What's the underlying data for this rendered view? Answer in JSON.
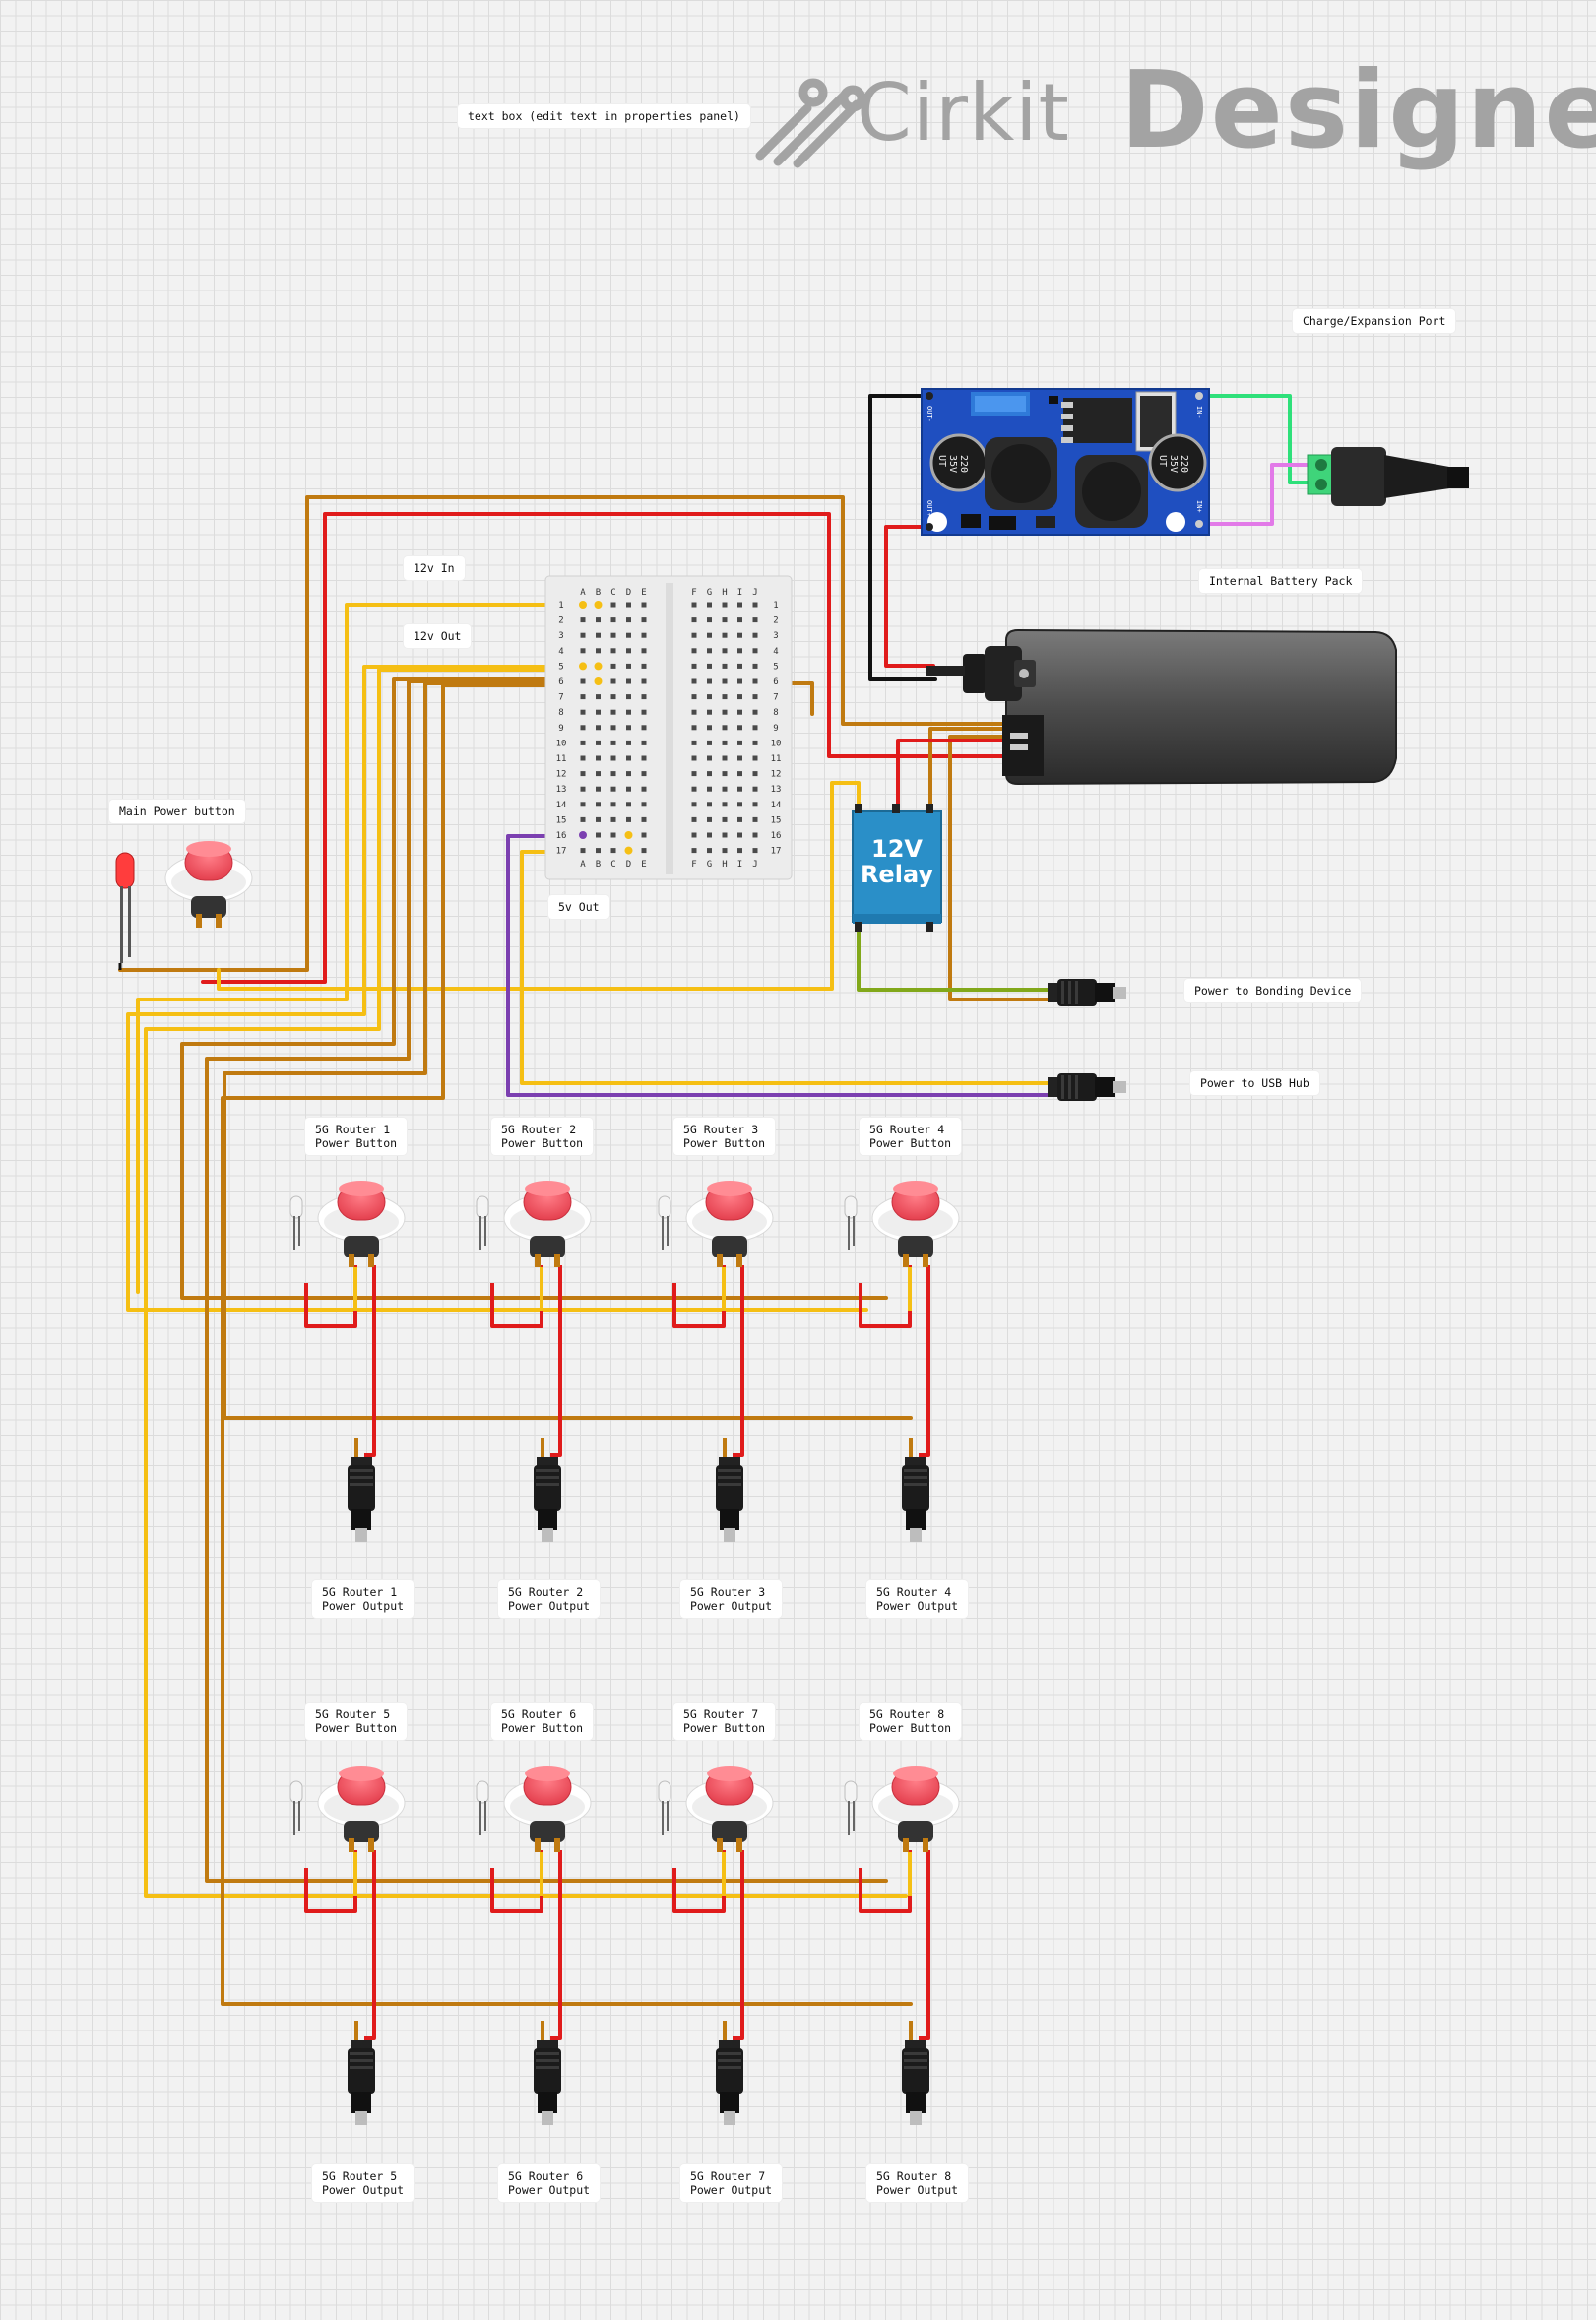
{
  "logo": {
    "brand_a": "Cirkit",
    "brand_b": "Designer"
  },
  "textbox": "text box (edit text in properties panel)",
  "labels": {
    "charge_port": "Charge/Expansion Port",
    "battery": "Internal Battery Pack",
    "in12": "12v In",
    "out12": "12v Out",
    "out5": "5v Out",
    "main_button": "Main Power button",
    "bonding": "Power to Bonding Device",
    "usb_hub": "Power to USB Hub"
  },
  "relay": {
    "line1": "12V",
    "line2": "Relay"
  },
  "converter": {
    "cap_a": "220\n35V\nUT",
    "cap_b": "220\n35V\nUT",
    "out_minus": "OUT-",
    "in_minus": "IN-",
    "out_plus": "OUT+",
    "in_plus": "IN+"
  },
  "breadboard": {
    "cols_left": [
      "A",
      "B",
      "C",
      "D",
      "E"
    ],
    "cols_right": [
      "F",
      "G",
      "H",
      "I",
      "J"
    ],
    "rows": [
      "1",
      "2",
      "3",
      "4",
      "5",
      "6",
      "7",
      "8",
      "9",
      "10",
      "11",
      "12",
      "13",
      "14",
      "15",
      "16",
      "17"
    ]
  },
  "routers": [
    {
      "button": "5G Router 1\nPower Button",
      "output": "5G Router 1\nPower Output"
    },
    {
      "button": "5G Router 2\nPower Button",
      "output": "5G Router 2\nPower Output"
    },
    {
      "button": "5G Router 3\nPower Button",
      "output": "5G Router 3\nPower Output"
    },
    {
      "button": "5G Router 4\nPower Button",
      "output": "5G Router 4\nPower Output"
    },
    {
      "button": "5G Router 5\nPower Button",
      "output": "5G Router 5\nPower Output"
    },
    {
      "button": "5G Router 6\nPower Button",
      "output": "5G Router 6\nPower Output"
    },
    {
      "button": "5G Router 7\nPower Button",
      "output": "5G Router 7\nPower Output"
    },
    {
      "button": "5G Router 8\nPower Button",
      "output": "5G Router 8\nPower Output"
    }
  ],
  "colors": {
    "red_wire": "#e01b1b",
    "brown_wire": "#c07a10",
    "yellow_wire": "#f5bf14",
    "purple_wire": "#7b3fb0",
    "green_wire": "#82a81a",
    "black_wire": "#111111",
    "teal_wire": "#2ee07a",
    "pink_wire": "#e27ae8",
    "relay_blue": "#2a8fc8",
    "board_blue": "#1f4fc0"
  }
}
